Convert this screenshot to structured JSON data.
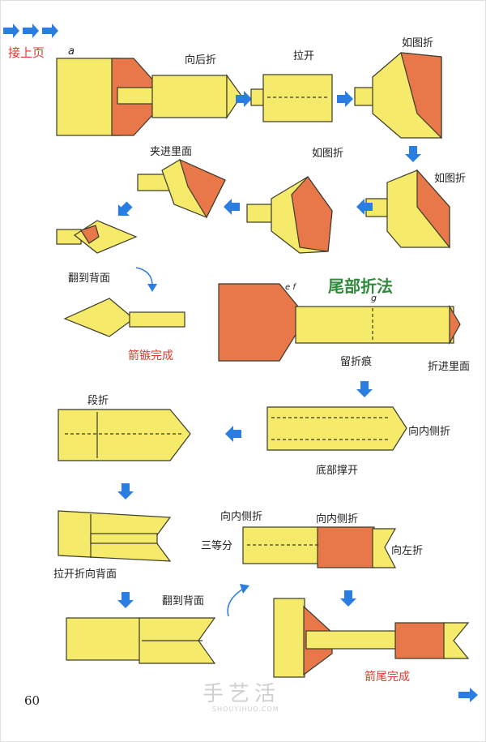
{
  "header": {
    "continue_label": "接上页"
  },
  "labels": {
    "step_a_marker": "a",
    "fold_back": "向后折",
    "pull_open": "拉开",
    "as_shown_1": "如图折",
    "tuck_inside": "夹进里面",
    "as_shown_2": "如图折",
    "as_shown_3": "如图折",
    "flip_back_1": "翻到背面",
    "arrowhead_done": "箭镞完成",
    "tail_title": "尾部折法",
    "marker_ef": "e f",
    "marker_g": "g",
    "keep_crease": "留折痕",
    "fold_inside": "折进里面",
    "fold_inward_side_1": "向内侧折",
    "bottom_open": "底部撑开",
    "step_fold": "段折",
    "pull_open_back": "拉开折向背面",
    "fold_inward_side_2": "向内侧折",
    "fold_inward_side_3": "向内侧折",
    "three_equal": "三等分",
    "fold_left": "向左折",
    "flip_back_2": "翻到背面",
    "fletching_done": "箭尾完成"
  },
  "footer": {
    "page_number": "60",
    "watermark": "手艺活",
    "watermark_url": "SHOUYIHUO.COM"
  },
  "colors": {
    "yellow": "#f5ea6a",
    "orange": "#e8774a",
    "blue_arrow": "#2a7de1",
    "outline": "#3a3a2a",
    "title_green": "#2f8a3a",
    "label_red": "#e03a2c"
  }
}
